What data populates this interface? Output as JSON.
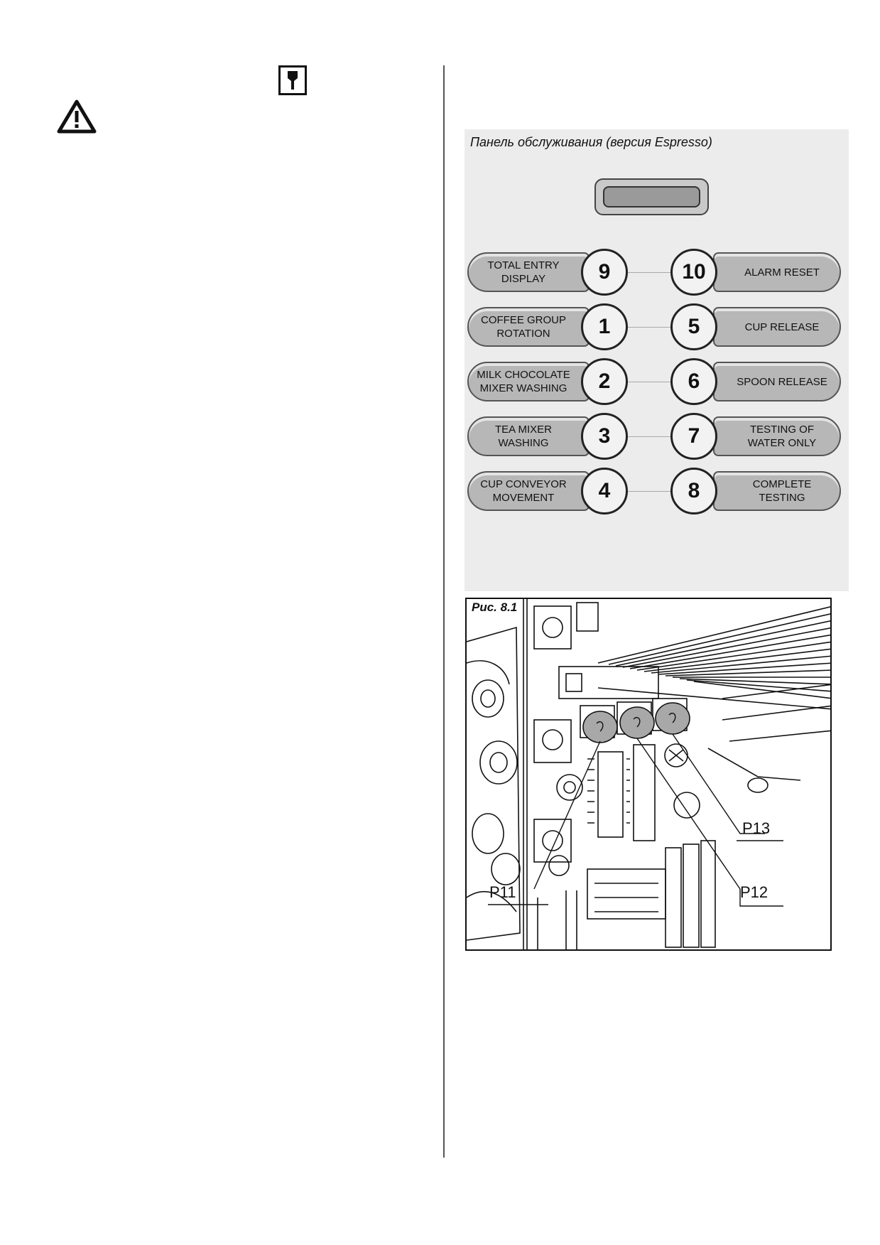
{
  "icons": {
    "tool": "tool-key-icon",
    "warning": "warning-triangle-icon"
  },
  "panel": {
    "title": "Панель обслуживания (версия Espresso)",
    "left_buttons": [
      {
        "number": "9",
        "label": "TOTAL ENTRY DISPLAY"
      },
      {
        "number": "1",
        "label": "COFFEE GROUP\nROTATION"
      },
      {
        "number": "2",
        "label": "MILK CHOCOLATE\nMIXER WASHING"
      },
      {
        "number": "3",
        "label": "TEA MIXER WASHING"
      },
      {
        "number": "4",
        "label": "CUP CONVEYOR\nMOVEMENT"
      }
    ],
    "right_buttons": [
      {
        "number": "10",
        "label": "ALARM RESET"
      },
      {
        "number": "5",
        "label": "CUP RELEASE"
      },
      {
        "number": "6",
        "label": "SPOON RELEASE"
      },
      {
        "number": "7",
        "label": "TESTING OF\nWATER ONLY"
      },
      {
        "number": "8",
        "label": "COMPLETE TESTING"
      }
    ]
  },
  "figure": {
    "caption": "Рис. 8.1",
    "callouts": [
      "P11",
      "P12",
      "P13"
    ]
  }
}
